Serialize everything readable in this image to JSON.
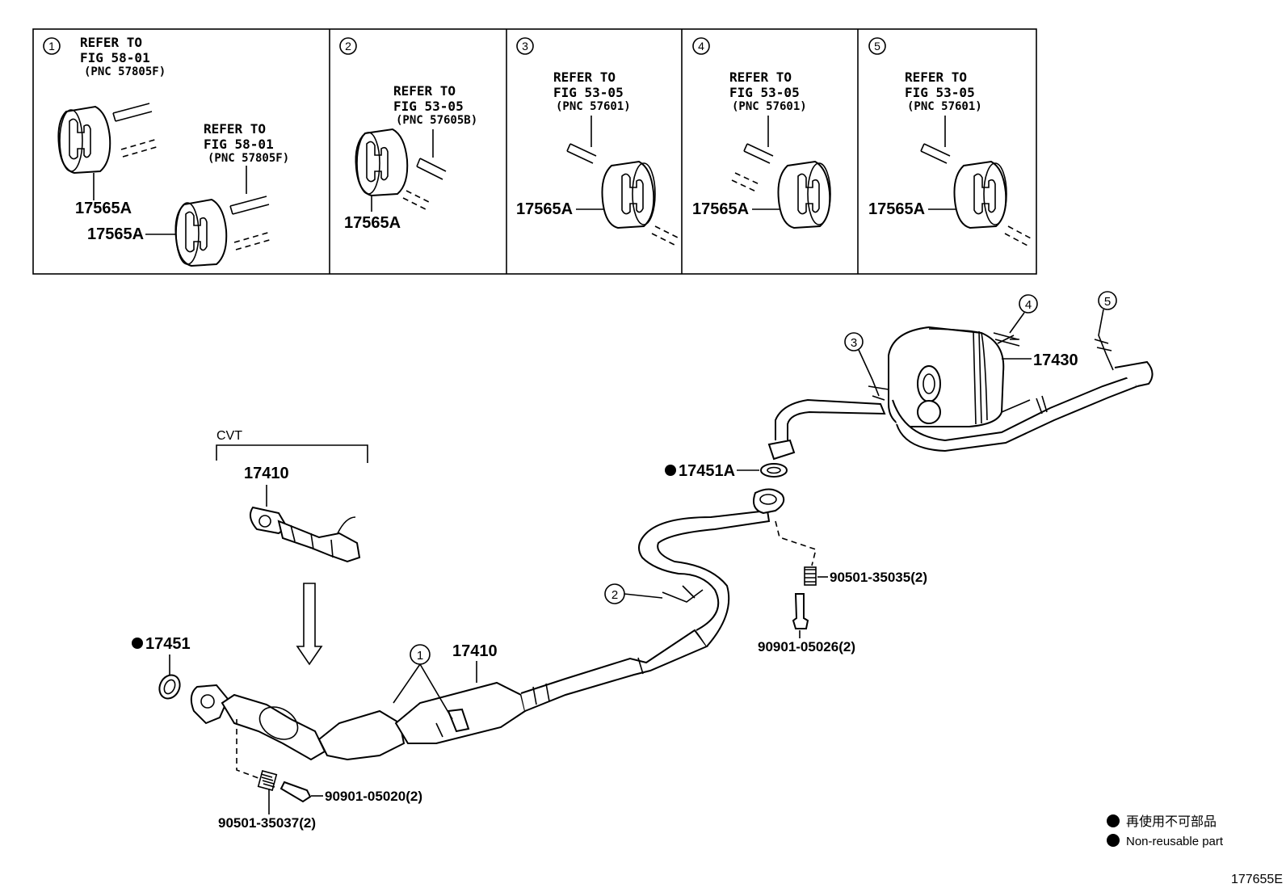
{
  "insets": [
    {
      "num": "1",
      "refs": [
        {
          "line1": "REFER TO",
          "line2": "FIG 58-01",
          "line3": "(PNC 57805F)"
        },
        {
          "line1": "REFER TO",
          "line2": "FIG 58-01",
          "line3": "(PNC 57805F)"
        }
      ],
      "parts": [
        "17565A",
        "17565A"
      ]
    },
    {
      "num": "2",
      "refs": [
        {
          "line1": "REFER TO",
          "line2": "FIG 53-05",
          "line3": "(PNC 57605B)"
        }
      ],
      "parts": [
        "17565A"
      ]
    },
    {
      "num": "3",
      "refs": [
        {
          "line1": "REFER TO",
          "line2": "FIG 53-05",
          "line3": "(PNC 57601)"
        }
      ],
      "parts": [
        "17565A"
      ]
    },
    {
      "num": "4",
      "refs": [
        {
          "line1": "REFER TO",
          "line2": "FIG 53-05",
          "line3": "(PNC 57601)"
        }
      ],
      "parts": [
        "17565A"
      ]
    },
    {
      "num": "5",
      "refs": [
        {
          "line1": "REFER TO",
          "line2": "FIG 53-05",
          "line3": "(PNC 57601)"
        }
      ],
      "parts": [
        "17565A"
      ]
    }
  ],
  "main": {
    "cvt_label": "CVT",
    "cvt_part": "17410",
    "front_pipe": "17410",
    "gasket_front": "17451",
    "gasket_mid": "17451A",
    "tail_pipe": "17430",
    "spring_front": "90501-35037(2)",
    "bolt_front": "90901-05020(2)",
    "spring_mid": "90501-35035(2)",
    "bolt_mid": "90901-05026(2)",
    "callouts": [
      "1",
      "2",
      "3",
      "4",
      "5"
    ]
  },
  "legend": {
    "jp": "再使用不可部品",
    "en": "Non-reusable part"
  },
  "figure_id": "177655E"
}
